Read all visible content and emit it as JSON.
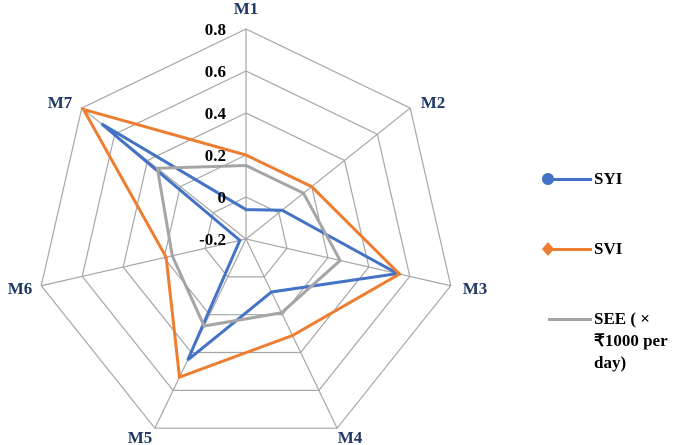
{
  "chart_data": {
    "type": "radar",
    "title": "",
    "categories": [
      "M1",
      "M2",
      "M3",
      "M4",
      "M5",
      "M6",
      "M7"
    ],
    "radial_ticks": [
      "-0.2",
      "0",
      "0.2",
      "0.4",
      "0.6",
      "0.8"
    ],
    "rlim": [
      -0.2,
      0.8
    ],
    "grid": true,
    "legend_position": "right",
    "series": [
      {
        "name": "SYI",
        "color": "#4472C4",
        "marker": "circle",
        "values": [
          -0.06,
          0.02,
          0.54,
          0.08,
          0.44,
          -0.17,
          0.68
        ]
      },
      {
        "name": "SVI",
        "color": "#ED7D31",
        "marker": "diamond",
        "values": [
          0.2,
          0.2,
          0.55,
          0.31,
          0.53,
          0.19,
          0.79
        ]
      },
      {
        "name": "SEE ( × ₹1000 per day)",
        "color": "#A5A5A5",
        "marker": "none",
        "values": [
          0.15,
          0.15,
          0.26,
          0.19,
          0.26,
          0.16,
          0.34
        ]
      }
    ]
  },
  "legend": {
    "items": [
      {
        "label_lines": [
          "SYI"
        ],
        "color": "#4472C4",
        "marker": "circle"
      },
      {
        "label_lines": [
          "SVI"
        ],
        "color": "#ED7D31",
        "marker": "diamond"
      },
      {
        "label_lines": [
          "SEE ( ×",
          "₹1000 per",
          "day)"
        ],
        "color": "#A5A5A5",
        "marker": "none"
      }
    ]
  }
}
